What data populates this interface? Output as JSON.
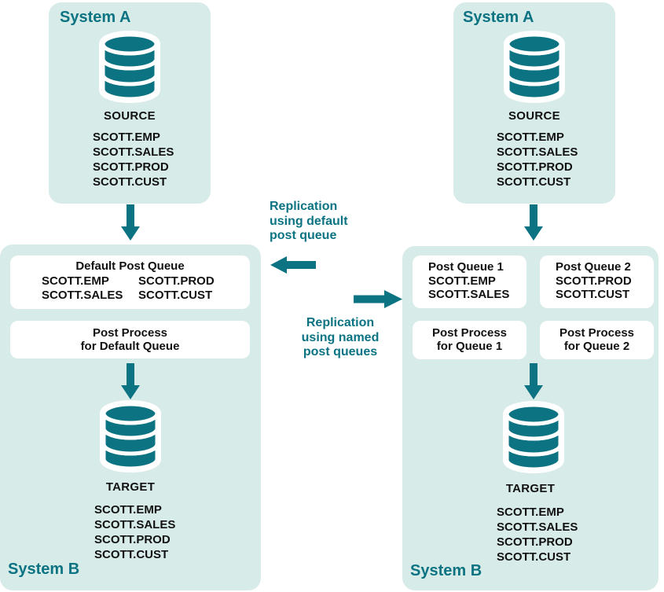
{
  "colors": {
    "teal": "#0c7383",
    "panel_bg": "#d7ebe8",
    "box_bg": "#ffffff",
    "text": "#111111"
  },
  "icons": {
    "database": "database-icon",
    "arrow_down": "arrow-down-icon",
    "arrow_left": "arrow-left-icon",
    "arrow_right": "arrow-right-icon"
  },
  "left": {
    "system_a": {
      "title": "System A",
      "db_label": "SOURCE",
      "tables": [
        "SCOTT.EMP",
        "SCOTT.SALES",
        "SCOTT.PROD",
        "SCOTT.CUST"
      ]
    },
    "system_b": {
      "title": "System B",
      "queue_box": {
        "title": "Default Post Queue",
        "col1": [
          "SCOTT.EMP",
          "SCOTT.SALES"
        ],
        "col2": [
          "SCOTT.PROD",
          "SCOTT.CUST"
        ]
      },
      "process_box": {
        "line1": "Post Process",
        "line2": "for Default Queue"
      },
      "db_label": "TARGET",
      "tables": [
        "SCOTT.EMP",
        "SCOTT.SALES",
        "SCOTT.PROD",
        "SCOTT.CUST"
      ]
    }
  },
  "center": {
    "label_default": {
      "line1": "Replication",
      "line2": "using default",
      "line3": "post queue"
    },
    "label_named": {
      "line1": "Replication",
      "line2": "using named",
      "line3": "post queues"
    }
  },
  "right": {
    "system_a": {
      "title": "System A",
      "db_label": "SOURCE",
      "tables": [
        "SCOTT.EMP",
        "SCOTT.SALES",
        "SCOTT.PROD",
        "SCOTT.CUST"
      ]
    },
    "system_b": {
      "title": "System B",
      "queue1": {
        "title": "Post Queue 1",
        "tables": [
          "SCOTT.EMP",
          "SCOTT.SALES"
        ]
      },
      "queue2": {
        "title": "Post Queue 2",
        "tables": [
          "SCOTT.PROD",
          "SCOTT.CUST"
        ]
      },
      "process1": {
        "line1": "Post Process",
        "line2": "for Queue 1"
      },
      "process2": {
        "line1": "Post Process",
        "line2": "for Queue 2"
      },
      "db_label": "TARGET",
      "tables": [
        "SCOTT.EMP",
        "SCOTT.SALES",
        "SCOTT.PROD",
        "SCOTT.CUST"
      ]
    }
  }
}
